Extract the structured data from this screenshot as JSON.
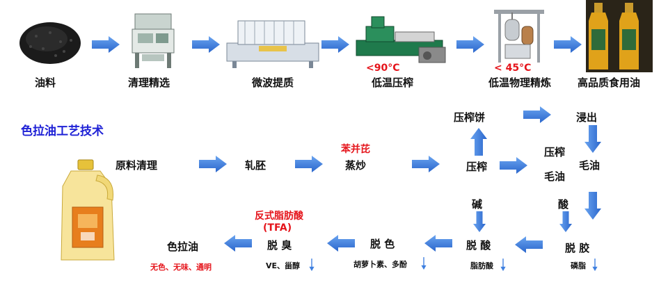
{
  "top_row": {
    "steps": [
      "油料",
      "清理精选",
      "微波提质",
      "低温压榨",
      "低温物理精炼",
      "高品质食用油"
    ],
    "temp_press": "<90°C",
    "temp_refine": "< 45°C"
  },
  "section_title": "色拉油工艺技术",
  "process": {
    "raw_cleaning": "原料清理",
    "flaking": "轧胚",
    "bap_label": "苯并芘",
    "steam_fry": "蒸炒",
    "pressing": "压榨",
    "press_cake": "压榨饼",
    "leaching": "浸出",
    "press_oil_line1": "压榨",
    "press_oil_line2": "毛油",
    "crude_oil": "毛油",
    "alkali": "碱",
    "acid": "酸",
    "degumming": "脱 胶",
    "degumming_sub": "磷脂",
    "deacid": "脱 酸",
    "deacid_sub": "脂肪酸",
    "decolor": "脱 色",
    "decolor_sub": "胡萝卜素、多酚",
    "tfa_line1": "反式脂肪酸",
    "tfa_line2": "(TFA)",
    "deodor": "脱 臭",
    "deodor_sub": "VE、甾醇",
    "salad_oil": "色拉油",
    "salad_oil_sub": "无色、无味、通明"
  },
  "colors": {
    "arrow": "#3d7fe0",
    "red": "#e5141b",
    "title_blue": "#1f22d6"
  },
  "icons": [
    "right-arrow-icon",
    "down-arrow-icon",
    "up-arrow-icon",
    "left-arrow-icon"
  ]
}
